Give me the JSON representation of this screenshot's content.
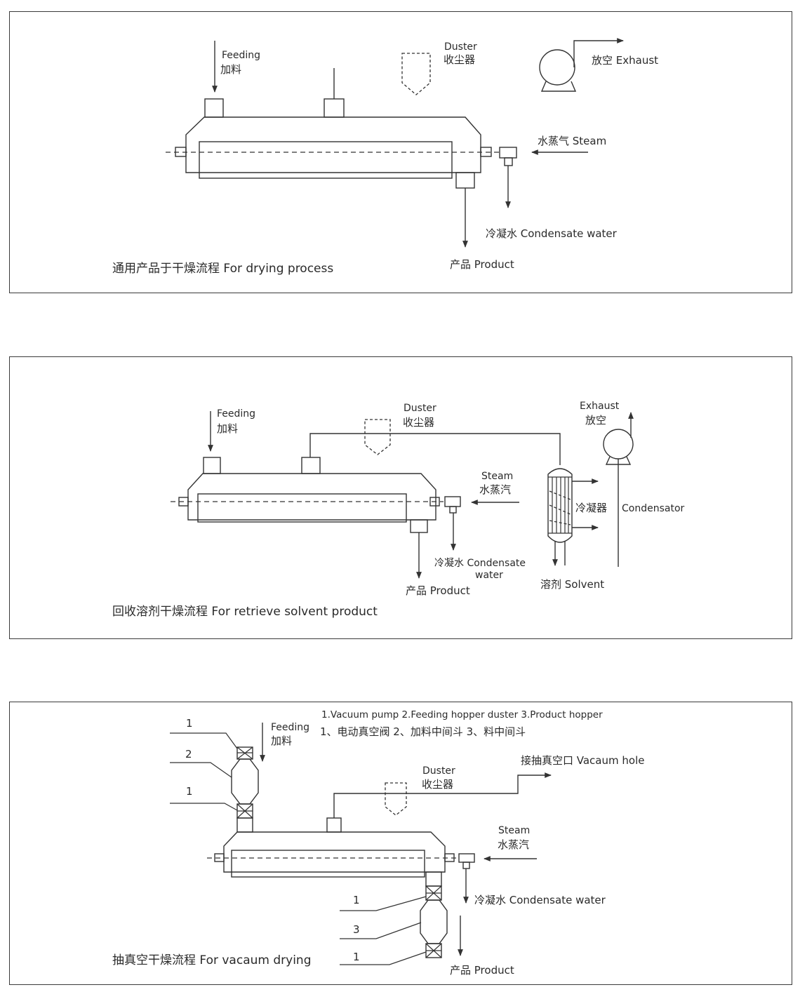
{
  "panel1": {
    "feeding_en": "Feeding",
    "feeding_cn": "加料",
    "duster_en": "Duster",
    "duster_cn": "收尘器",
    "exhaust": "放空 Exhaust",
    "steam": "水蒸气 Steam",
    "condensate": "冷凝水 Condensate water",
    "product": "产品  Product",
    "title": "通用产品于干燥流程 For drying process"
  },
  "panel2": {
    "feeding_en": "Feeding",
    "feeding_cn": "加料",
    "duster_en": "Duster",
    "duster_cn": "收尘器",
    "exhaust_en": "Exhaust",
    "exhaust_cn": "放空",
    "steam_en": "Steam",
    "steam_cn": "水蒸汽",
    "condensator_cn": "冷凝器",
    "condensator_en": "Condensator",
    "condensate_line1": "冷凝水 Condensate",
    "condensate_line2": "water",
    "solvent": "溶剂 Solvent",
    "product": "产品 Product",
    "title": "回收溶剂干燥流程 For retrieve solvent product"
  },
  "panel3": {
    "legend_en": "1.Vacuum pump 2.Feeding hopper duster 3.Product hopper",
    "legend_cn": "1、电动真空阀 2、加料中间斗 3、料中间斗",
    "feeding_en": "Feeding",
    "feeding_cn": "加料",
    "duster_en": "Duster",
    "duster_cn": "收尘器",
    "vacuum_hole": "接抽真空口 Vacaum hole",
    "steam_en": "Steam",
    "steam_cn": "水蒸汽",
    "condensate": "冷凝水 Condensate water",
    "product": "产品  Product",
    "title": "抽真空干燥流程 For vacaum drying",
    "num_1a": "1",
    "num_2": "2",
    "num_1b": "1",
    "num_1c": "1",
    "num_3": "3",
    "num_1d": "1"
  }
}
